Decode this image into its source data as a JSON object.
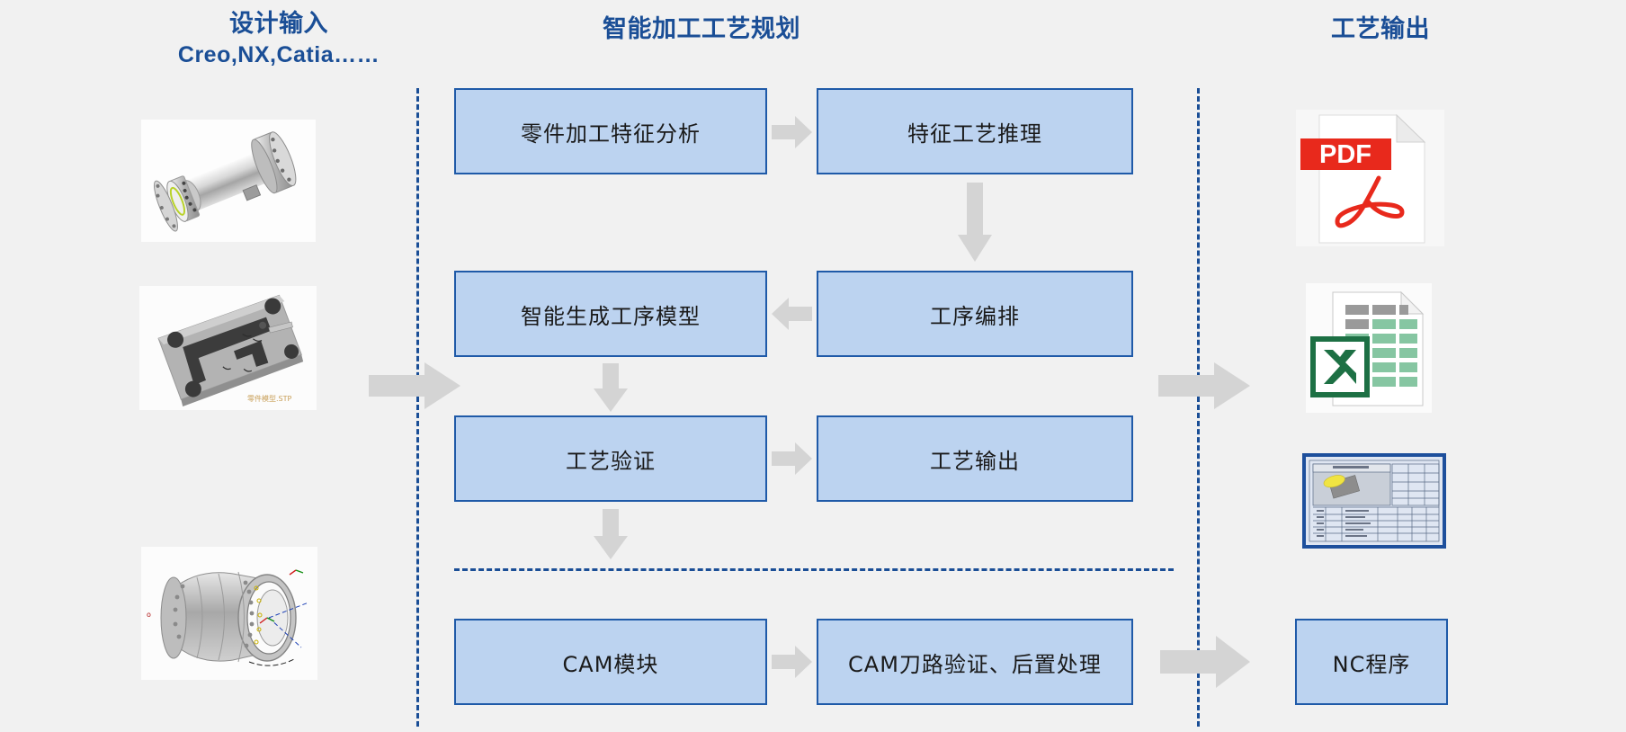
{
  "headers": {
    "input_title": "设计输入",
    "input_subtitle": "Creo,NX,Catia……",
    "middle_title": "智能加工工艺规划",
    "output_title": "工艺输出"
  },
  "colors": {
    "accent_blue": "#1a4e96",
    "box_fill": "#bcd3f0",
    "box_border": "#1f5aa8",
    "arrow_grey": "#d4d4d4",
    "background": "#f1f1f1",
    "pdf_red": "#e8291c",
    "excel_green": "#1d7044"
  },
  "process_boxes": [
    {
      "id": "feature-analysis",
      "label": "零件加工特征分析"
    },
    {
      "id": "feature-reasoning",
      "label": "特征工艺推理"
    },
    {
      "id": "generate-model",
      "label": "智能生成工序模型"
    },
    {
      "id": "process-sequence",
      "label": "工序编排"
    },
    {
      "id": "process-verify",
      "label": "工艺验证"
    },
    {
      "id": "process-output",
      "label": "工艺输出"
    },
    {
      "id": "cam-module",
      "label": "CAM模块"
    },
    {
      "id": "cam-verify",
      "label": "CAM刀路验证、后置处理"
    },
    {
      "id": "nc-program",
      "label": "NC程序"
    }
  ],
  "input_thumbnails": [
    {
      "id": "shaft-flange-part",
      "name": "3d-cad-shaft-part"
    },
    {
      "id": "mold-plate-part",
      "name": "3d-cad-mold-plate"
    },
    {
      "id": "casing-part",
      "name": "3d-cad-engine-casing"
    }
  ],
  "output_items": [
    {
      "id": "pdf-document",
      "name": "pdf-file-icon",
      "label": "PDF"
    },
    {
      "id": "excel-document",
      "name": "excel-file-icon",
      "label": ""
    },
    {
      "id": "process-sheet",
      "name": "process-sheet-icon",
      "label": ""
    }
  ],
  "arrows": [
    {
      "id": "input-to-flow",
      "direction": "right"
    },
    {
      "id": "a1-to-b1",
      "direction": "right"
    },
    {
      "id": "b1-to-b2",
      "direction": "down"
    },
    {
      "id": "b2-to-a2",
      "direction": "left"
    },
    {
      "id": "a2-to-a3",
      "direction": "down"
    },
    {
      "id": "a3-to-b3",
      "direction": "right"
    },
    {
      "id": "a3-to-cam",
      "direction": "down"
    },
    {
      "id": "cam-to-camverify",
      "direction": "right"
    },
    {
      "id": "camverify-to-nc",
      "direction": "right"
    },
    {
      "id": "flow-to-output",
      "direction": "right"
    }
  ]
}
